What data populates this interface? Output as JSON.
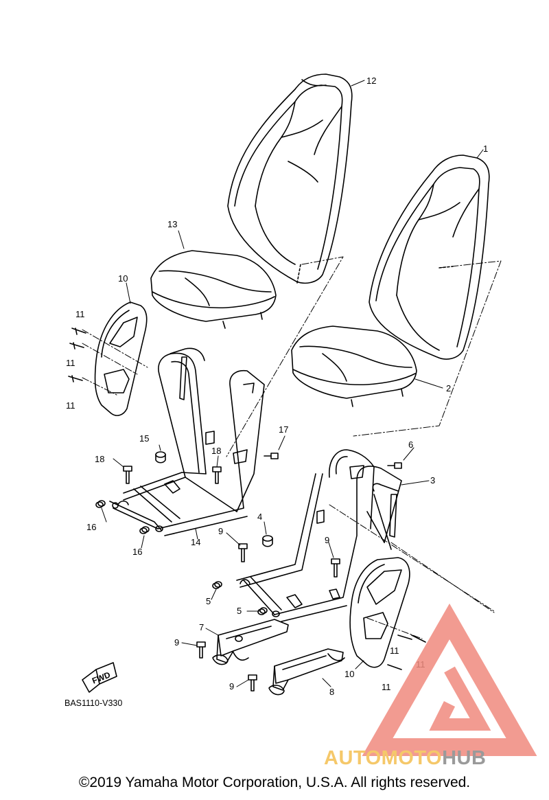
{
  "labels": {
    "p1": "1",
    "p2": "2",
    "p3": "3",
    "p4": "4",
    "p5a": "5",
    "p5b": "5",
    "p6": "6",
    "p7": "7",
    "p8": "8",
    "p9a": "9",
    "p9b": "9",
    "p9c": "9",
    "p9d": "9",
    "p10a": "10",
    "p10b": "10",
    "p11a": "11",
    "p11b": "11",
    "p11c": "11",
    "p11d": "11",
    "p11e": "11",
    "p11f": "11",
    "p12": "12",
    "p13": "13",
    "p14": "14",
    "p15": "15",
    "p16a": "16",
    "p16b": "16",
    "p17": "17",
    "p18a": "18",
    "p18b": "18"
  },
  "fwd_label": "FWD",
  "ref_code": "BAS1110-V330",
  "copyright": "©2019 Yamaha Motor Corporation, U.S.A. All rights reserved.",
  "watermark": {
    "text_part1": "AUTOMOTO",
    "text_part2": "HUB",
    "color_primary": "#f08a7e",
    "color_secondary": "#f5c86a",
    "color_tertiary": "#9a9a9a"
  }
}
